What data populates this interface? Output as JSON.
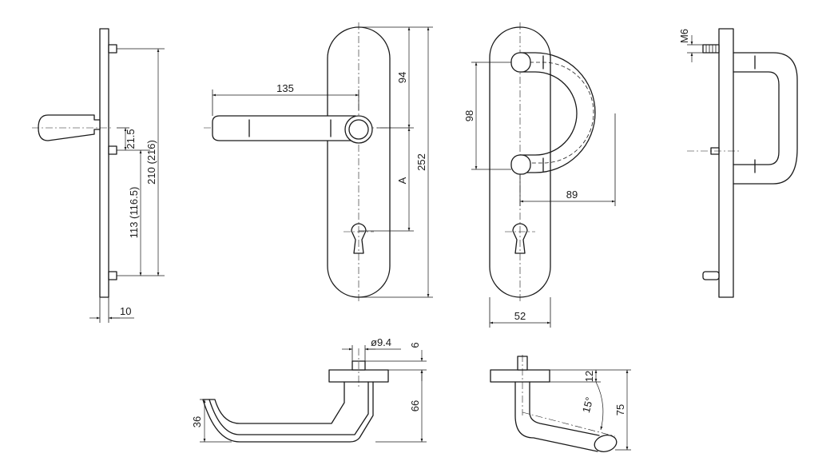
{
  "dimensions": {
    "d135": "135",
    "d94": "94",
    "d252": "252",
    "dA": "A",
    "d98": "98",
    "d89": "89",
    "d52": "52",
    "d215": "21.5",
    "d210": "210 (216)",
    "d113": "113 (116.5)",
    "d10": "10",
    "dM6": "M6",
    "d94dia": "ø9.4",
    "d6": "6",
    "d36": "36",
    "d66": "66",
    "d12": "12",
    "d15deg": "15°",
    "d75": "75"
  }
}
